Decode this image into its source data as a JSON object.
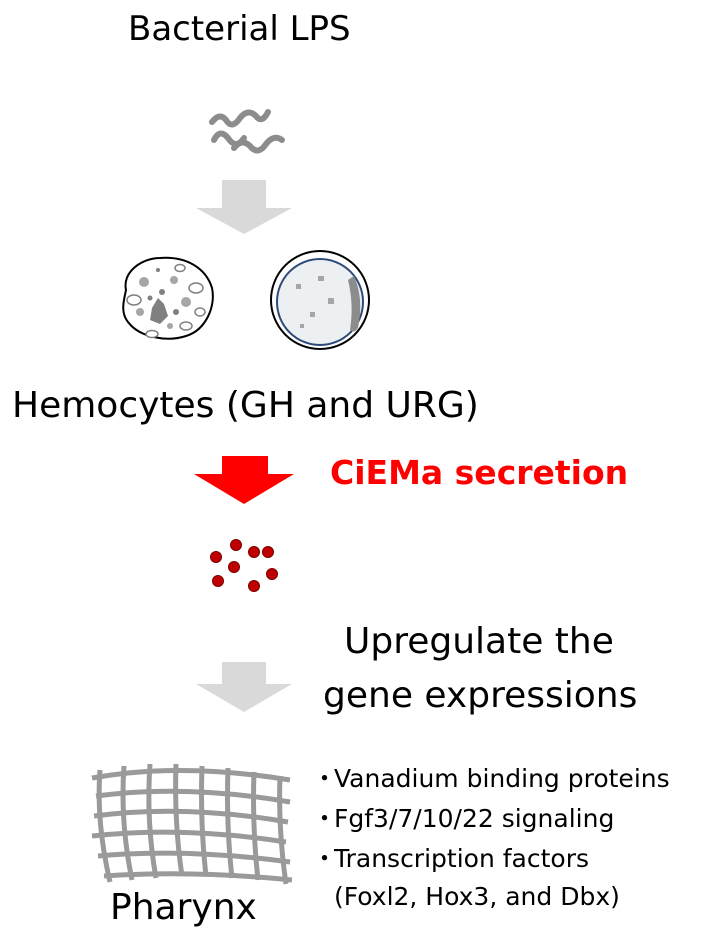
{
  "diagram": {
    "title": "Bacterial LPS",
    "hemocytes_label": "Hemocytes (GH and URG)",
    "secretion_label": "CiEMa secretion",
    "upregulate_line1": "Upregulate the",
    "upregulate_line2": "gene expressions",
    "target_label": "Pharynx",
    "bullet_char": "・",
    "genes": [
      "Vanadium binding proteins",
      "Fgf3/7/10/22 signaling",
      "Transcription factors"
    ],
    "genes_sub": "(Foxl2, Hox3, and Dbx)",
    "colors": {
      "text": "#000000",
      "accent": "#ff0000",
      "arrow_grey": "#d9d9d9",
      "lps_grey": "#8c8c8c",
      "particle": "#c00000",
      "cell_outline": "#2e4a7a"
    }
  }
}
